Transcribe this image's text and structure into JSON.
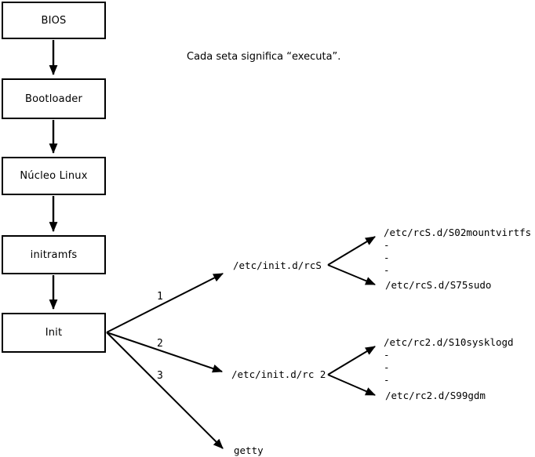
{
  "note": "Cada seta significa “executa”.",
  "nodes": {
    "bios": "BIOS",
    "bootloader": "Bootloader",
    "kernel": "Núcleo Linux",
    "initramfs": "initramfs",
    "init": "Init"
  },
  "branches": {
    "label1": "1",
    "label2": "2",
    "label3": "3",
    "rcs": "/etc/init.d/rcS",
    "rc2": "/etc/init.d/rc 2",
    "getty": "getty"
  },
  "rcs_scripts": {
    "first": "/etc/rcS.d/S02mountvirtfs",
    "ellipsis": "-",
    "last": "/etc/rcS.d/S75sudo"
  },
  "rc2_scripts": {
    "first": "/etc/rc2.d/S10sysklogd",
    "ellipsis": "-",
    "last": "/etc/rc2.d/S99gdm"
  },
  "colors": {
    "ink": "#000000",
    "background": "#ffffff"
  }
}
